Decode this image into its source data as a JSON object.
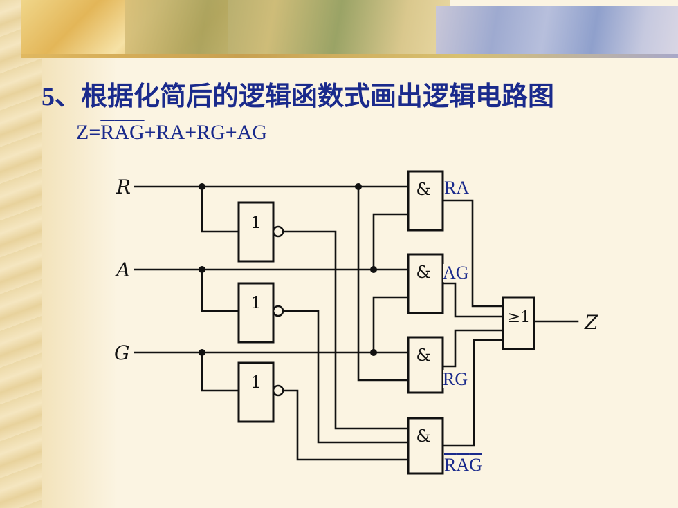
{
  "slide": {
    "title": "5、根据化简后的逻辑函数式画出逻辑电路图",
    "formula": {
      "prefix": "Z=",
      "complemented_terms": [
        "R",
        "A",
        "G"
      ],
      "suffix": "+RA+RG+AG"
    }
  },
  "circuit": {
    "inputs": [
      "R",
      "A",
      "G"
    ],
    "output": "Z",
    "inverter_symbol": "1",
    "and_symbol": "&",
    "or_symbol": "≥1",
    "gate_labels": {
      "and1": "RA",
      "and2": "AG",
      "and3": "RG",
      "and4_terms": [
        "R",
        "A",
        "G"
      ]
    }
  }
}
